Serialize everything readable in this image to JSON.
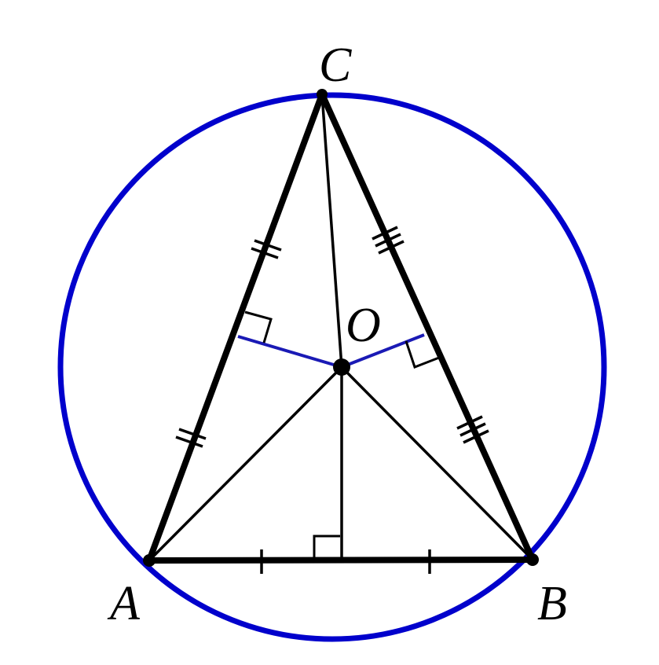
{
  "diagram": {
    "labels": {
      "A": "A",
      "B": "B",
      "C": "C",
      "O": "O"
    },
    "colors": {
      "circle": "#0000cc",
      "sides": "#000000",
      "center_lines": "#000000",
      "perpendiculars": "#1a1ab5"
    }
  }
}
